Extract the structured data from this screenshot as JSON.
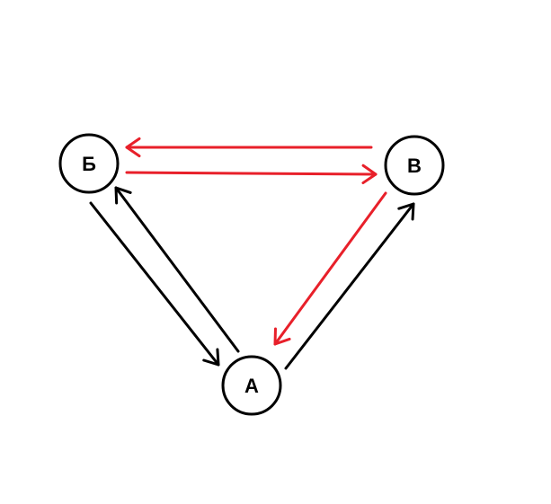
{
  "diagram": {
    "colors": {
      "black": "#000000",
      "red": "#e8202a"
    },
    "nodes": [
      {
        "id": "b",
        "label": "Б"
      },
      {
        "id": "v",
        "label": "В"
      },
      {
        "id": "a",
        "label": "А"
      }
    ],
    "edges": [
      {
        "from": "v",
        "to": "b",
        "color": "red"
      },
      {
        "from": "b",
        "to": "v",
        "color": "red"
      },
      {
        "from": "v",
        "to": "a",
        "color": "red"
      },
      {
        "from": "a",
        "to": "v",
        "color": "black"
      },
      {
        "from": "b",
        "to": "a",
        "color": "black"
      },
      {
        "from": "a",
        "to": "b",
        "color": "black"
      }
    ]
  }
}
